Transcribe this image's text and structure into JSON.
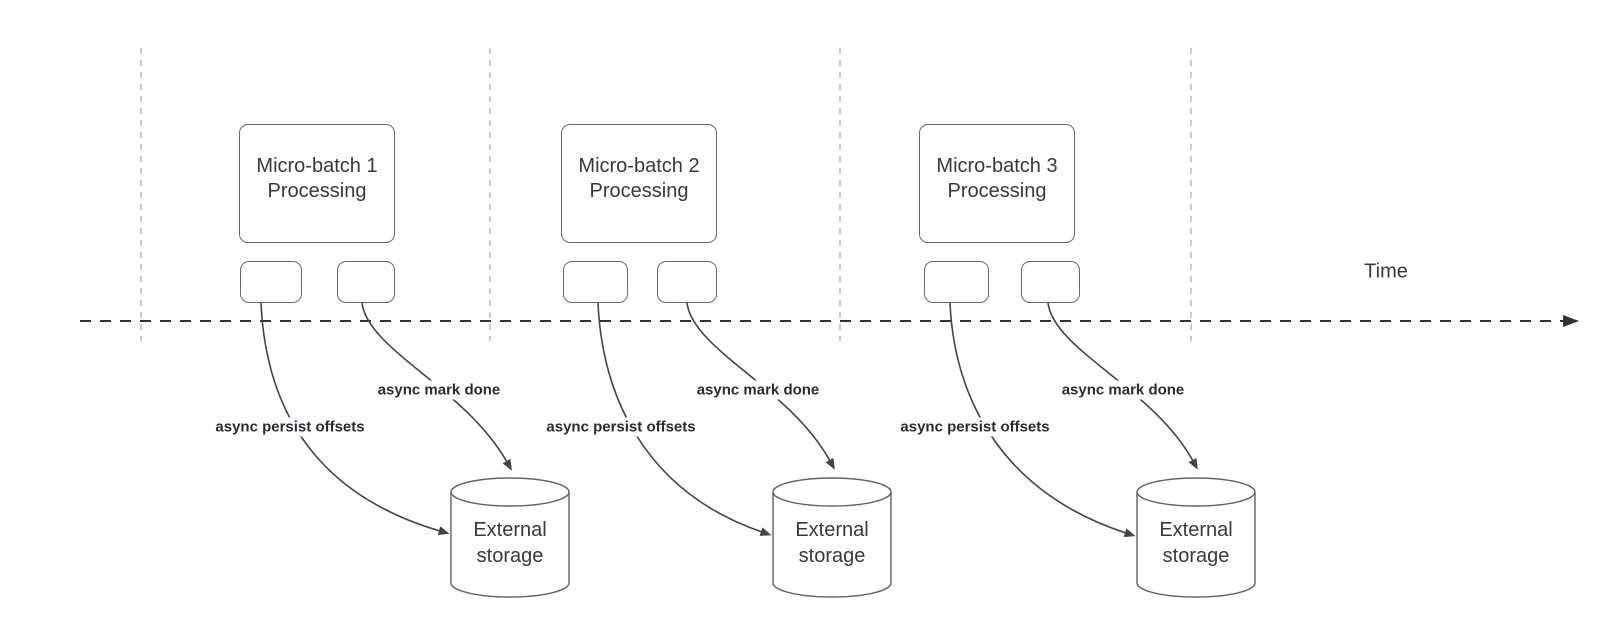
{
  "diagram": {
    "time_axis_label": "Time",
    "groups": [
      {
        "name": "micro-batch-1",
        "title_lines": [
          "Micro-batch 1",
          "Processing"
        ],
        "persist_label": "async persist offsets",
        "mark_done_label": "async mark done",
        "storage_lines": [
          "External",
          "storage"
        ]
      },
      {
        "name": "micro-batch-2",
        "title_lines": [
          "Micro-batch 2",
          "Processing"
        ],
        "persist_label": "async persist offsets",
        "mark_done_label": "async mark done",
        "storage_lines": [
          "External",
          "storage"
        ]
      },
      {
        "name": "micro-batch-3",
        "title_lines": [
          "Micro-batch 3",
          "Processing"
        ],
        "persist_label": "async persist offsets",
        "mark_done_label": "async mark done",
        "storage_lines": [
          "External",
          "storage"
        ]
      }
    ],
    "colors": {
      "background": "#ffffff",
      "box_border": "#666c74",
      "guide_dash": "#b5b8bc",
      "timeline": "#2d323a",
      "arrow": "#3e4450",
      "text": "#333a45",
      "bold_label_text": "#262d38"
    }
  }
}
